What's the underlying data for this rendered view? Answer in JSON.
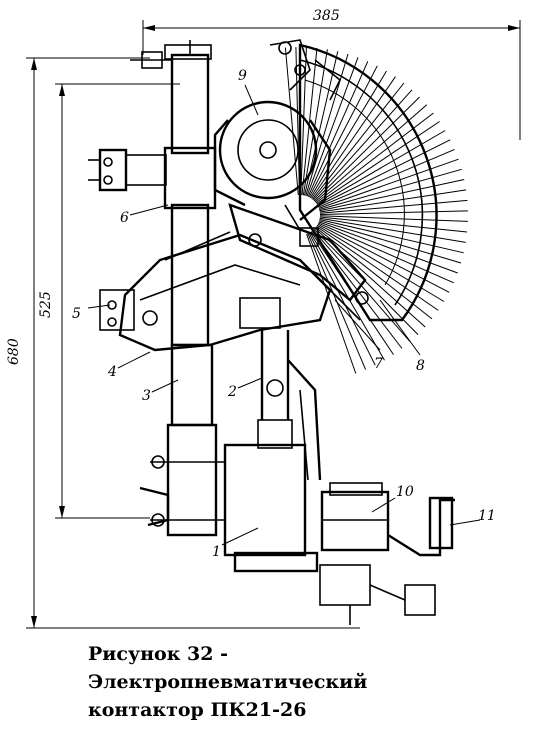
{
  "figure": {
    "dimensions": {
      "width_top": "385",
      "height_left": "680",
      "height_inner": "525"
    },
    "callouts": [
      "1",
      "2",
      "3",
      "4",
      "5",
      "6",
      "7",
      "8",
      "9",
      "10",
      "11"
    ]
  },
  "caption": {
    "line1": "Рисунок 32 -",
    "line2": "Электропневматический",
    "line3": "контактор ПК21-26"
  }
}
